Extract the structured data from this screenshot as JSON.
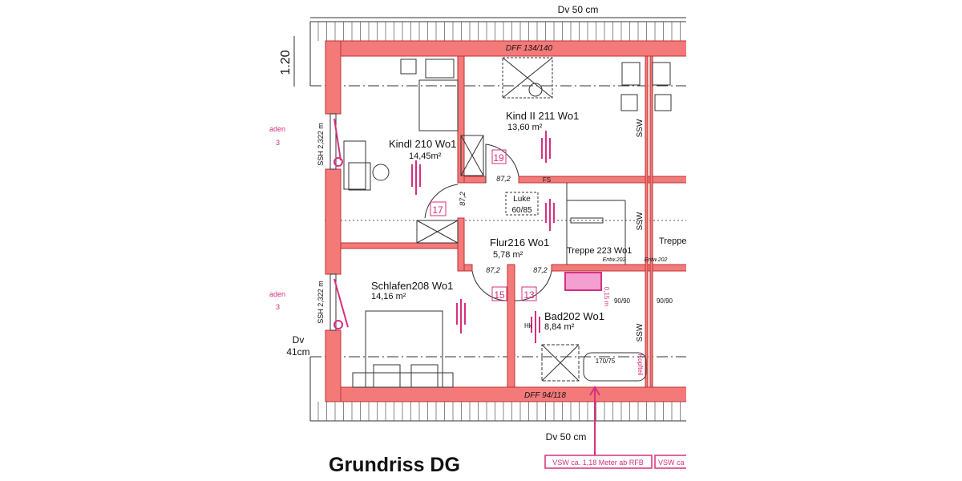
{
  "title": "Grundriss DG",
  "dimensions": {
    "top_eave": "Dv 50 cm",
    "bottom_eave": "Dv 50 cm",
    "left_eave_1": "Dv",
    "left_eave_2": "41cm",
    "overhang": "1.20",
    "window_top_left": "SSH 2,322 m",
    "window_bottom_left": "SSH 2,322 m",
    "dormer_top": "DFF 134/140",
    "dormer_bottom": "DFF 94/118"
  },
  "rooms": [
    {
      "name": "Kindl 210 Wo1",
      "area": "14,45m²"
    },
    {
      "name": "Kind II 211 Wo1",
      "area": "13,60 m²"
    },
    {
      "name": "Flur216 Wo1",
      "area": "5,78 m²"
    },
    {
      "name": "Schlafen208 Wo1",
      "area": "14,16 m²"
    },
    {
      "name": "Bad202 Wo1",
      "area": "8,84 m²"
    },
    {
      "name": "Treppe 223 Wo1"
    },
    {
      "name": "Treppe"
    }
  ],
  "doors": {
    "numbers": [
      "19",
      "17",
      "15",
      "13"
    ],
    "widths": [
      "87,2",
      "87,2",
      "87,2",
      "87,2"
    ]
  },
  "labels": {
    "ssw": "SSW",
    "fs": "FS",
    "luke_1": "Luke",
    "luke_2": "60/85",
    "entw": "Entw.202",
    "shower": "90/90",
    "tub": "170/75",
    "kopfteil": "Kopfteil",
    "hk": "Hk",
    "height": "0,15 m",
    "side_note_1": "aden",
    "side_note_2": "3"
  },
  "notes": {
    "vsw_1": "VSW ca. 1,18 Meter ab RFB",
    "vsw_2": "VSW ca"
  },
  "colors": {
    "wall": "#f47a7a",
    "annotation": "#d6307f"
  }
}
